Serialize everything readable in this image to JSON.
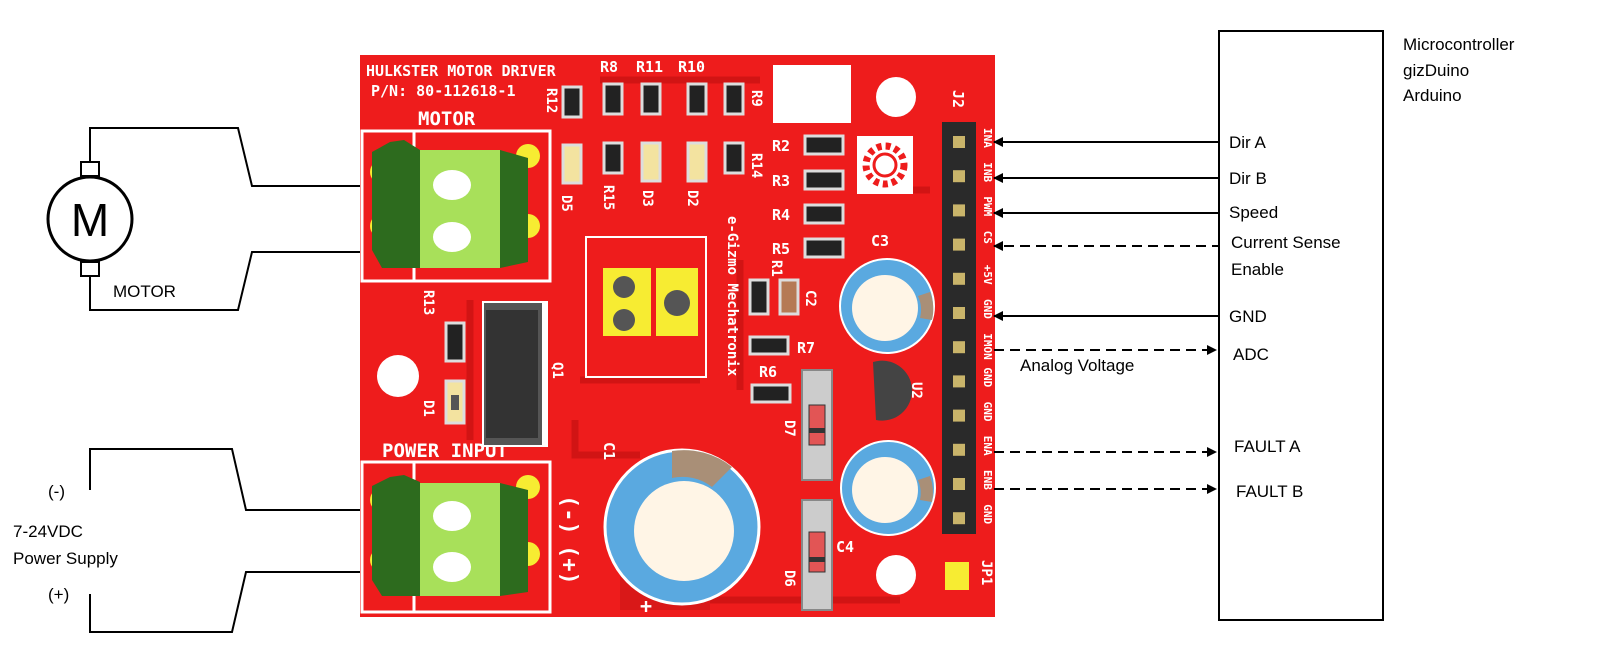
{
  "board": {
    "title": "HULKSTER MOTOR DRIVER",
    "part_number": "P/N: 80-112618-1",
    "motor_label": "MOTOR",
    "power_label": "POWER INPUT",
    "minus_sign": "(-)",
    "plus_sign": "(+)",
    "brand_text": "e-Gizmo Mechatronix",
    "header_id": "J2",
    "jumper_id": "JP1",
    "header_pins": [
      "INA",
      "INB",
      "PWM",
      "CS",
      "+5V",
      "GND",
      "IMON",
      "GND",
      "GND",
      "ENA",
      "ENB",
      "GND"
    ],
    "components": {
      "r8": "R8",
      "r11": "R11",
      "r10": "R10",
      "r9": "R9",
      "r12": "R12",
      "r14": "R14",
      "r15": "R15",
      "r2": "R2",
      "r3": "R3",
      "r4": "R4",
      "r5": "R5",
      "r1": "R1",
      "r6": "R6",
      "r7": "R7",
      "r13": "R13",
      "d5": "D5",
      "d3": "D3",
      "d2": "D2",
      "d1": "D1",
      "d6": "D6",
      "d7": "D7",
      "c1": "C1",
      "c2": "C2",
      "c3": "C3",
      "c4": "C4",
      "q1": "Q1",
      "u2": "U2"
    }
  },
  "motor": {
    "symbol": "M",
    "label": "MOTOR"
  },
  "power_supply": {
    "minus": "(-)",
    "plus": "(+)",
    "line1": "7-24VDC",
    "line2": "Power Supply"
  },
  "microcontroller": {
    "line1": "Microcontroller",
    "line2": "gizDuino",
    "line3": "Arduino"
  },
  "signals": {
    "dir_a": "Dir A",
    "dir_b": "Dir B",
    "speed": "Speed",
    "cs_line1": "Current Sense",
    "cs_line2": "Enable",
    "gnd": "GND",
    "adc": "ADC",
    "analog": "Analog Voltage",
    "fault_a": "FAULT A",
    "fault_b": "FAULT B"
  },
  "colors": {
    "pcb": "#ee1c1c",
    "terminal": "#3f8f2c",
    "capacitor": "#5aa9e0",
    "header": "#2a2a2a"
  }
}
